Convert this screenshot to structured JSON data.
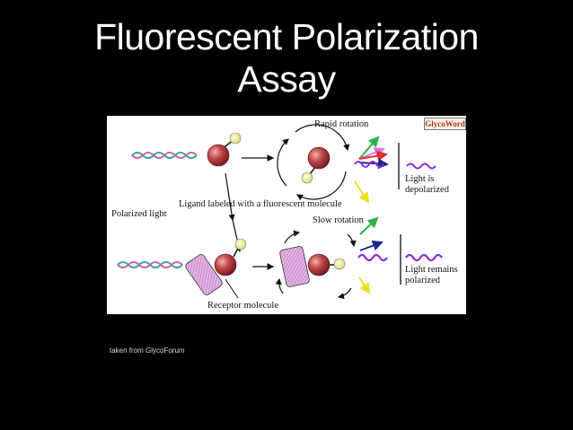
{
  "slide": {
    "title_line1": "Fluorescent Polarization",
    "title_line2": "Assay",
    "caption": "taken from GlycoForum"
  },
  "diagram": {
    "logo": "GlycoWord",
    "rapid_rotation": "Rapid rotation",
    "light_depolarized_line1": "Light is",
    "light_depolarized_line2": "depolarized",
    "ligand_label": "Ligand labeled with a fluorescent molecule",
    "polarized_light": "Polarized light",
    "slow_rotation": "Slow rotation",
    "light_polarized_line1": "Light remains",
    "light_polarized_line2": "polarized",
    "receptor_label": "Receptor molecule"
  },
  "colors": {
    "background": "#000000",
    "ligand_red": "#b23a3a",
    "fluorophore_yellow": "#f2ef9a",
    "receptor_pink": "#d9a3d9",
    "wave_purple": "#8a2be2"
  }
}
